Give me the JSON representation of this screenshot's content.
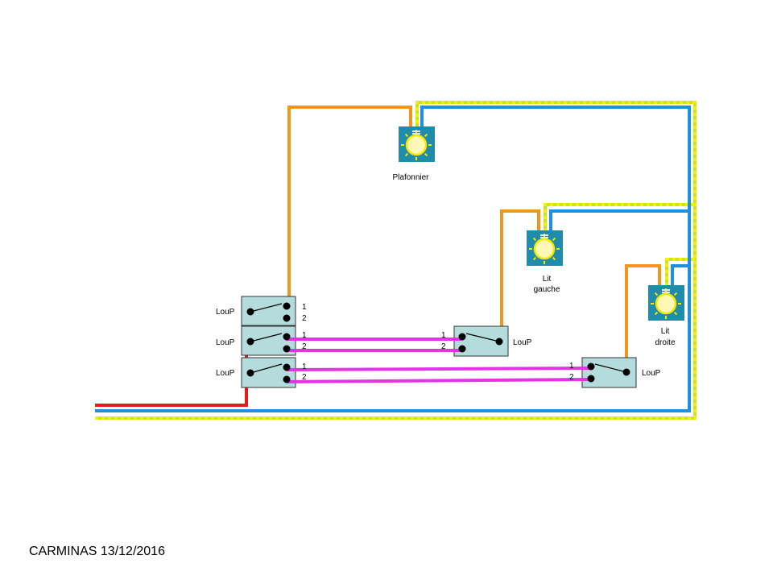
{
  "colors": {
    "phase": "#e31b1b",
    "neutral": "#1e90e0",
    "earth_green": "#c8e61e",
    "earth_yellow": "#f4f000",
    "return": "#f0961e",
    "traveller": "#e632e6",
    "switch_fill": "#b4dcdc",
    "lamp_box": "#1e8caa",
    "lamp_bulb": "#fff8b4"
  },
  "lamps": [
    {
      "icon": "light-bulb-icon",
      "label_lines": [
        "Plafonnier"
      ]
    },
    {
      "icon": "light-bulb-icon",
      "label_lines": [
        "Lit",
        "gauche"
      ]
    },
    {
      "icon": "light-bulb-icon",
      "label_lines": [
        "Lit",
        "droite"
      ]
    }
  ],
  "switches": [
    {
      "label": "LouP",
      "t1": "1",
      "t2": "2"
    },
    {
      "label": "LouP",
      "t1": "1",
      "t2": "2"
    },
    {
      "label": "LouP",
      "t1": "1",
      "t2": "2"
    },
    {
      "label": "LouP",
      "t1": "1",
      "t2": "2"
    },
    {
      "label": "LouP",
      "t1": "1",
      "t2": "2"
    }
  ],
  "footer": "CARMINAS 13/12/2016"
}
